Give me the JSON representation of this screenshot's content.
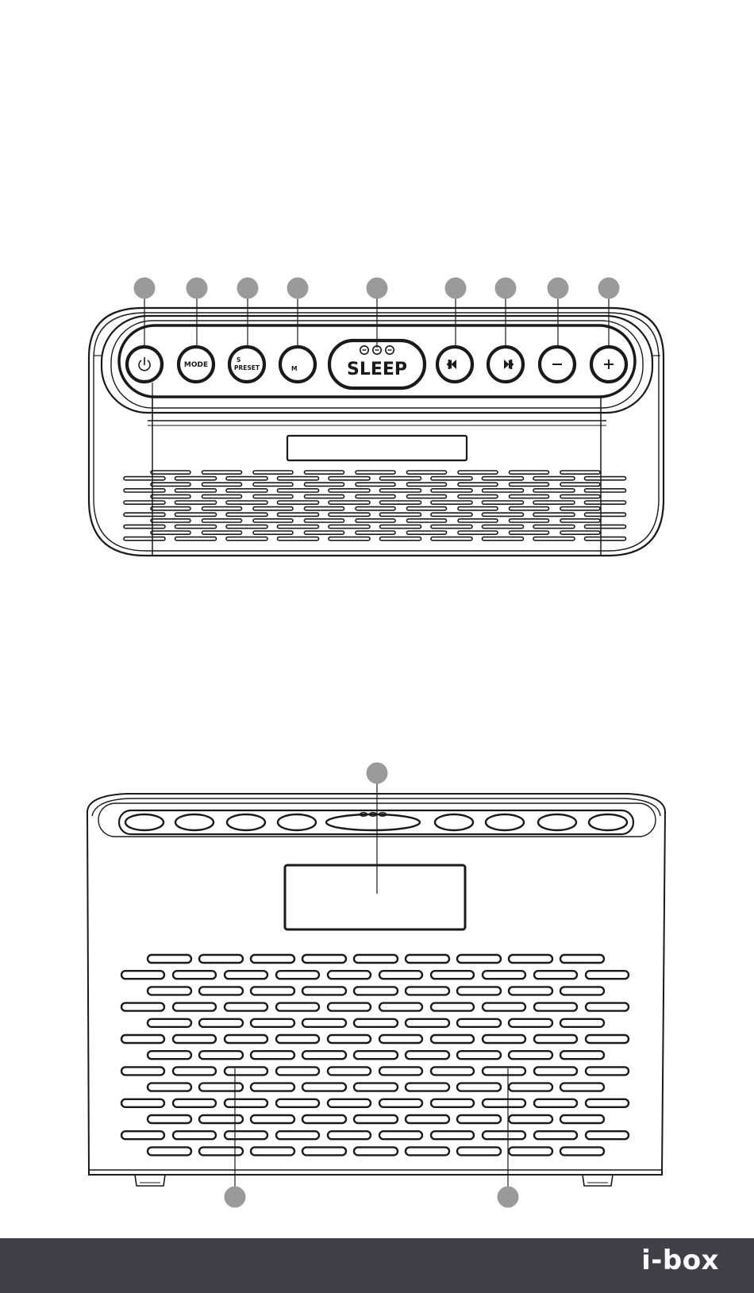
{
  "buttons": [
    {
      "name": "power-button",
      "icon": "power-icon",
      "label": ""
    },
    {
      "name": "mode-button",
      "icon": "",
      "label": "MODE"
    },
    {
      "name": "preset-button",
      "icon": "",
      "label": "PRESET",
      "sup": "S"
    },
    {
      "name": "memory-button",
      "icon": "",
      "label": "M"
    },
    {
      "name": "sleep-button",
      "icon": "",
      "label": "SLEEP"
    },
    {
      "name": "previous-button",
      "icon": "skip-previous-icon",
      "label": ""
    },
    {
      "name": "next-button",
      "icon": "skip-next-icon",
      "label": ""
    },
    {
      "name": "volume-down-button",
      "icon": "minus-icon",
      "label": ""
    },
    {
      "name": "volume-up-button",
      "icon": "plus-icon",
      "label": ""
    }
  ],
  "brand": "i-box",
  "colors": {
    "outline": "#1a1a1a",
    "callout_marker": "#9a9a9a",
    "footer_bar": "#404048",
    "brand_text": "#ffffff"
  }
}
